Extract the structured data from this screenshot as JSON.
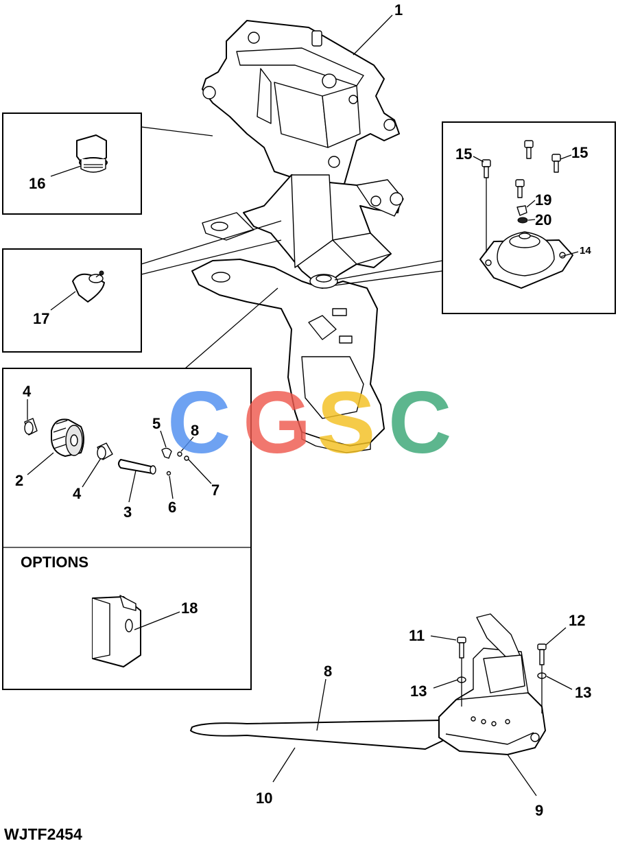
{
  "figure_id": "WJTF2454",
  "options_heading": "OPTIONS",
  "watermark": {
    "text": "CGSC",
    "letters": [
      "C",
      "G",
      "S",
      "C"
    ],
    "colors": [
      "#4f8ef0",
      "#ee5a4f",
      "#f3c022",
      "#3aa776"
    ]
  },
  "callouts": {
    "c1": "1",
    "c2": "2",
    "c3": "3",
    "c4a": "4",
    "c4b": "4",
    "c5": "5",
    "c6": "6",
    "c7": "7",
    "c8a": "8",
    "c8b": "8",
    "c9": "9",
    "c10": "10",
    "c11": "11",
    "c12": "12",
    "c13a": "13",
    "c13b": "13",
    "c14": "14",
    "c15a": "15",
    "c15b": "15",
    "c16": "16",
    "c17": "17",
    "c18": "18",
    "c19": "19",
    "c20": "20"
  }
}
